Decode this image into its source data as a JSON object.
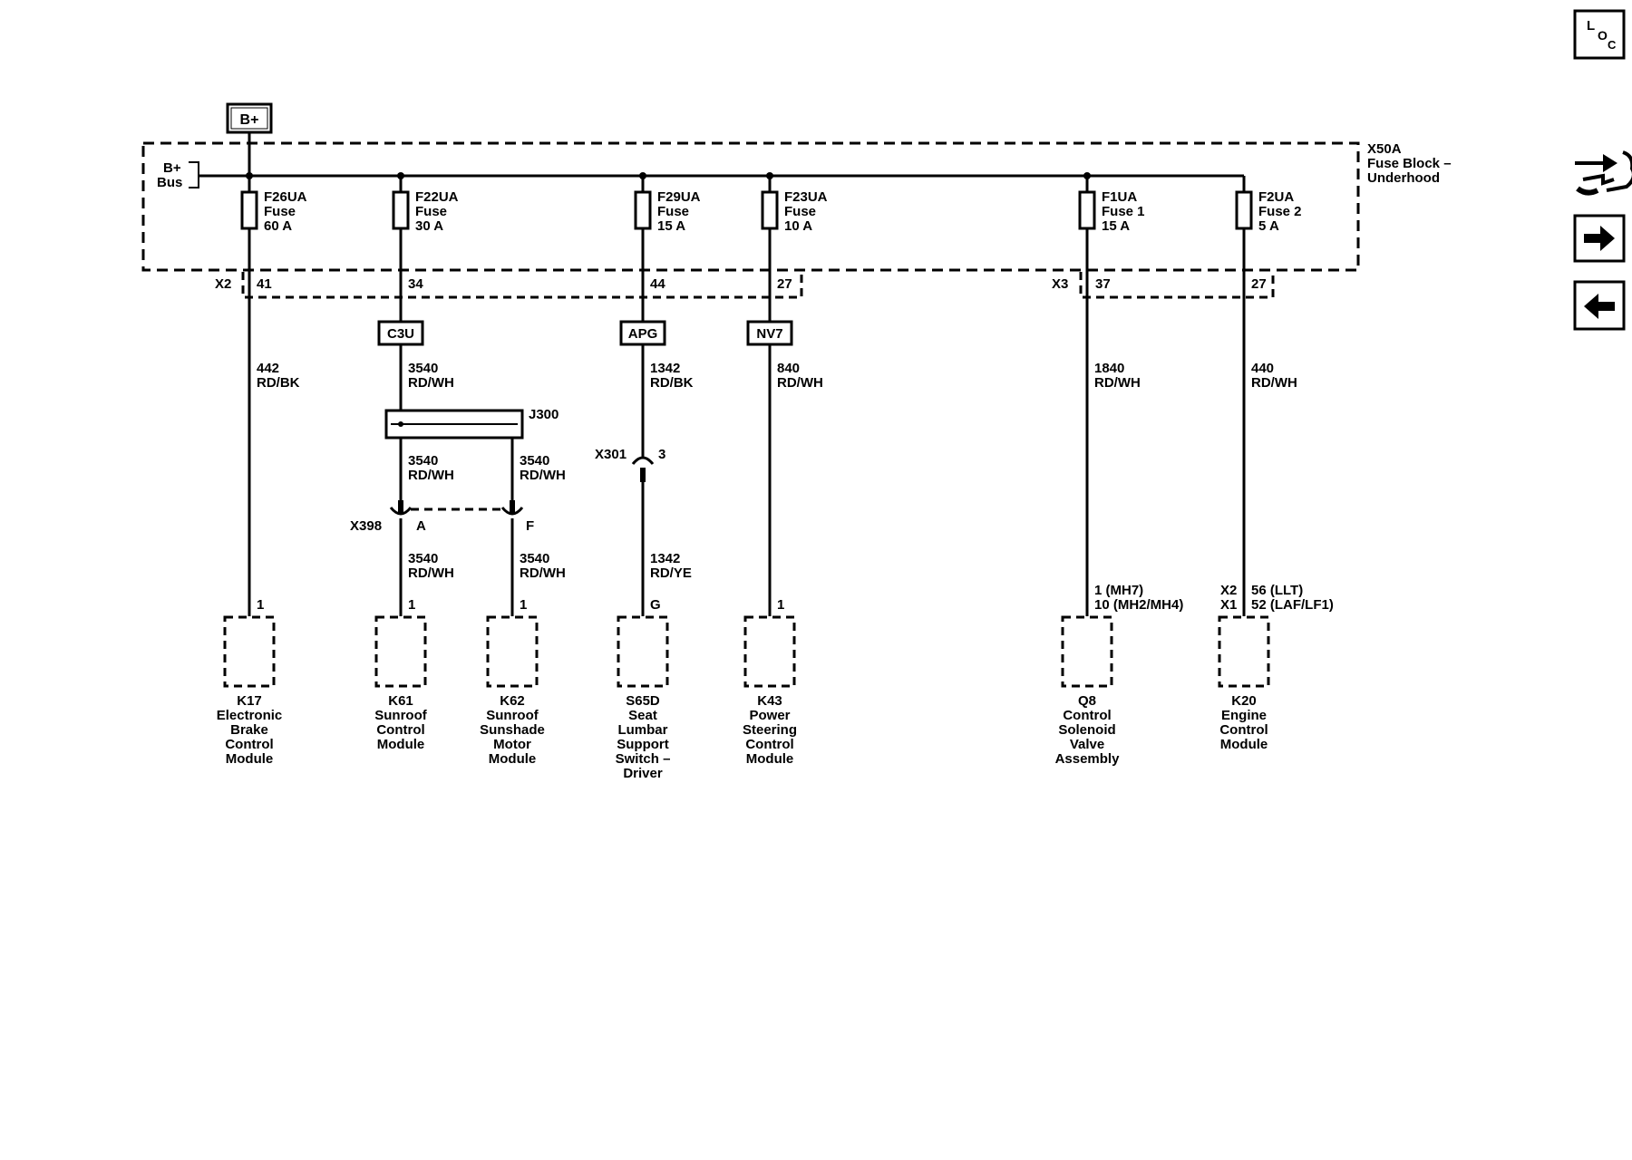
{
  "power_source": "B+",
  "bus_label_line1": "B+",
  "bus_label_line2": "Bus",
  "fuse_block": {
    "id": "X50A",
    "name_line1": "Fuse Block –",
    "name_line2": "Underhood",
    "connector_x2": "X2",
    "connector_x3": "X3"
  },
  "fuses": [
    {
      "id": "F26UA",
      "type": "Fuse",
      "rating": "60 A",
      "pin": "41"
    },
    {
      "id": "F22UA",
      "type": "Fuse",
      "rating": "30 A",
      "pin": "34"
    },
    {
      "id": "F29UA",
      "type": "Fuse",
      "rating": "15 A",
      "pin": "44"
    },
    {
      "id": "F23UA",
      "type": "Fuse",
      "rating": "10 A",
      "pin": "27"
    },
    {
      "id": "F1UA",
      "type": "Fuse 1",
      "rating": "15 A",
      "pin": "37"
    },
    {
      "id": "F2UA",
      "type": "Fuse 2",
      "rating": "5 A",
      "pin": "27"
    }
  ],
  "options": [
    "C3U",
    "APG",
    "NV7"
  ],
  "wires": [
    {
      "circuit": "442",
      "color": "RD/BK"
    },
    {
      "circuit": "3540",
      "color": "RD/WH"
    },
    {
      "circuit": "1342",
      "color": "RD/BK"
    },
    {
      "circuit": "840",
      "color": "RD/WH"
    },
    {
      "circuit": "1840",
      "color": "RD/WH"
    },
    {
      "circuit": "440",
      "color": "RD/WH"
    },
    {
      "circuit": "3540",
      "color": "RD/WH"
    },
    {
      "circuit": "3540",
      "color": "RD/WH"
    },
    {
      "circuit": "3540",
      "color": "RD/WH"
    },
    {
      "circuit": "3540",
      "color": "RD/WH"
    },
    {
      "circuit": "1342",
      "color": "RD/YE"
    }
  ],
  "splice": "J300",
  "inline_connectors": {
    "x398": {
      "id": "X398",
      "pin_a": "A",
      "pin_f": "F"
    },
    "x301": {
      "id": "X301",
      "pin": "3"
    }
  },
  "component_pins": {
    "k17": "1",
    "k61": "1",
    "k62": "1",
    "s65d": "G",
    "k43": "1",
    "q8_line1": "1 (MH7)",
    "q8_line2": "10 (MH2/MH4)",
    "k20_conn1": "X2",
    "k20_pin1": "56 (LLT)",
    "k20_conn2": "X1",
    "k20_pin2": "52 (LAF/LF1)"
  },
  "components": [
    {
      "id": "K17",
      "lines": [
        "Electronic",
        "Brake",
        "Control",
        "Module"
      ]
    },
    {
      "id": "K61",
      "lines": [
        "Sunroof",
        "Control",
        "Module"
      ]
    },
    {
      "id": "K62",
      "lines": [
        "Sunroof",
        "Sunshade",
        "Motor",
        "Module"
      ]
    },
    {
      "id": "S65D",
      "lines": [
        "Seat",
        "Lumbar",
        "Support",
        "Switch –",
        "Driver"
      ]
    },
    {
      "id": "K43",
      "lines": [
        "Power",
        "Steering",
        "Control",
        "Module"
      ]
    },
    {
      "id": "Q8",
      "lines": [
        "Control",
        "Solenoid",
        "Valve",
        "Assembly"
      ]
    },
    {
      "id": "K20",
      "lines": [
        "Engine",
        "Control",
        "Module"
      ]
    }
  ],
  "nav": {
    "loc_l": "L",
    "loc_o": "O",
    "loc_c": "C",
    "icons": [
      "loc-icon",
      "connector-icon",
      "arrow-right-icon",
      "arrow-left-icon"
    ]
  }
}
